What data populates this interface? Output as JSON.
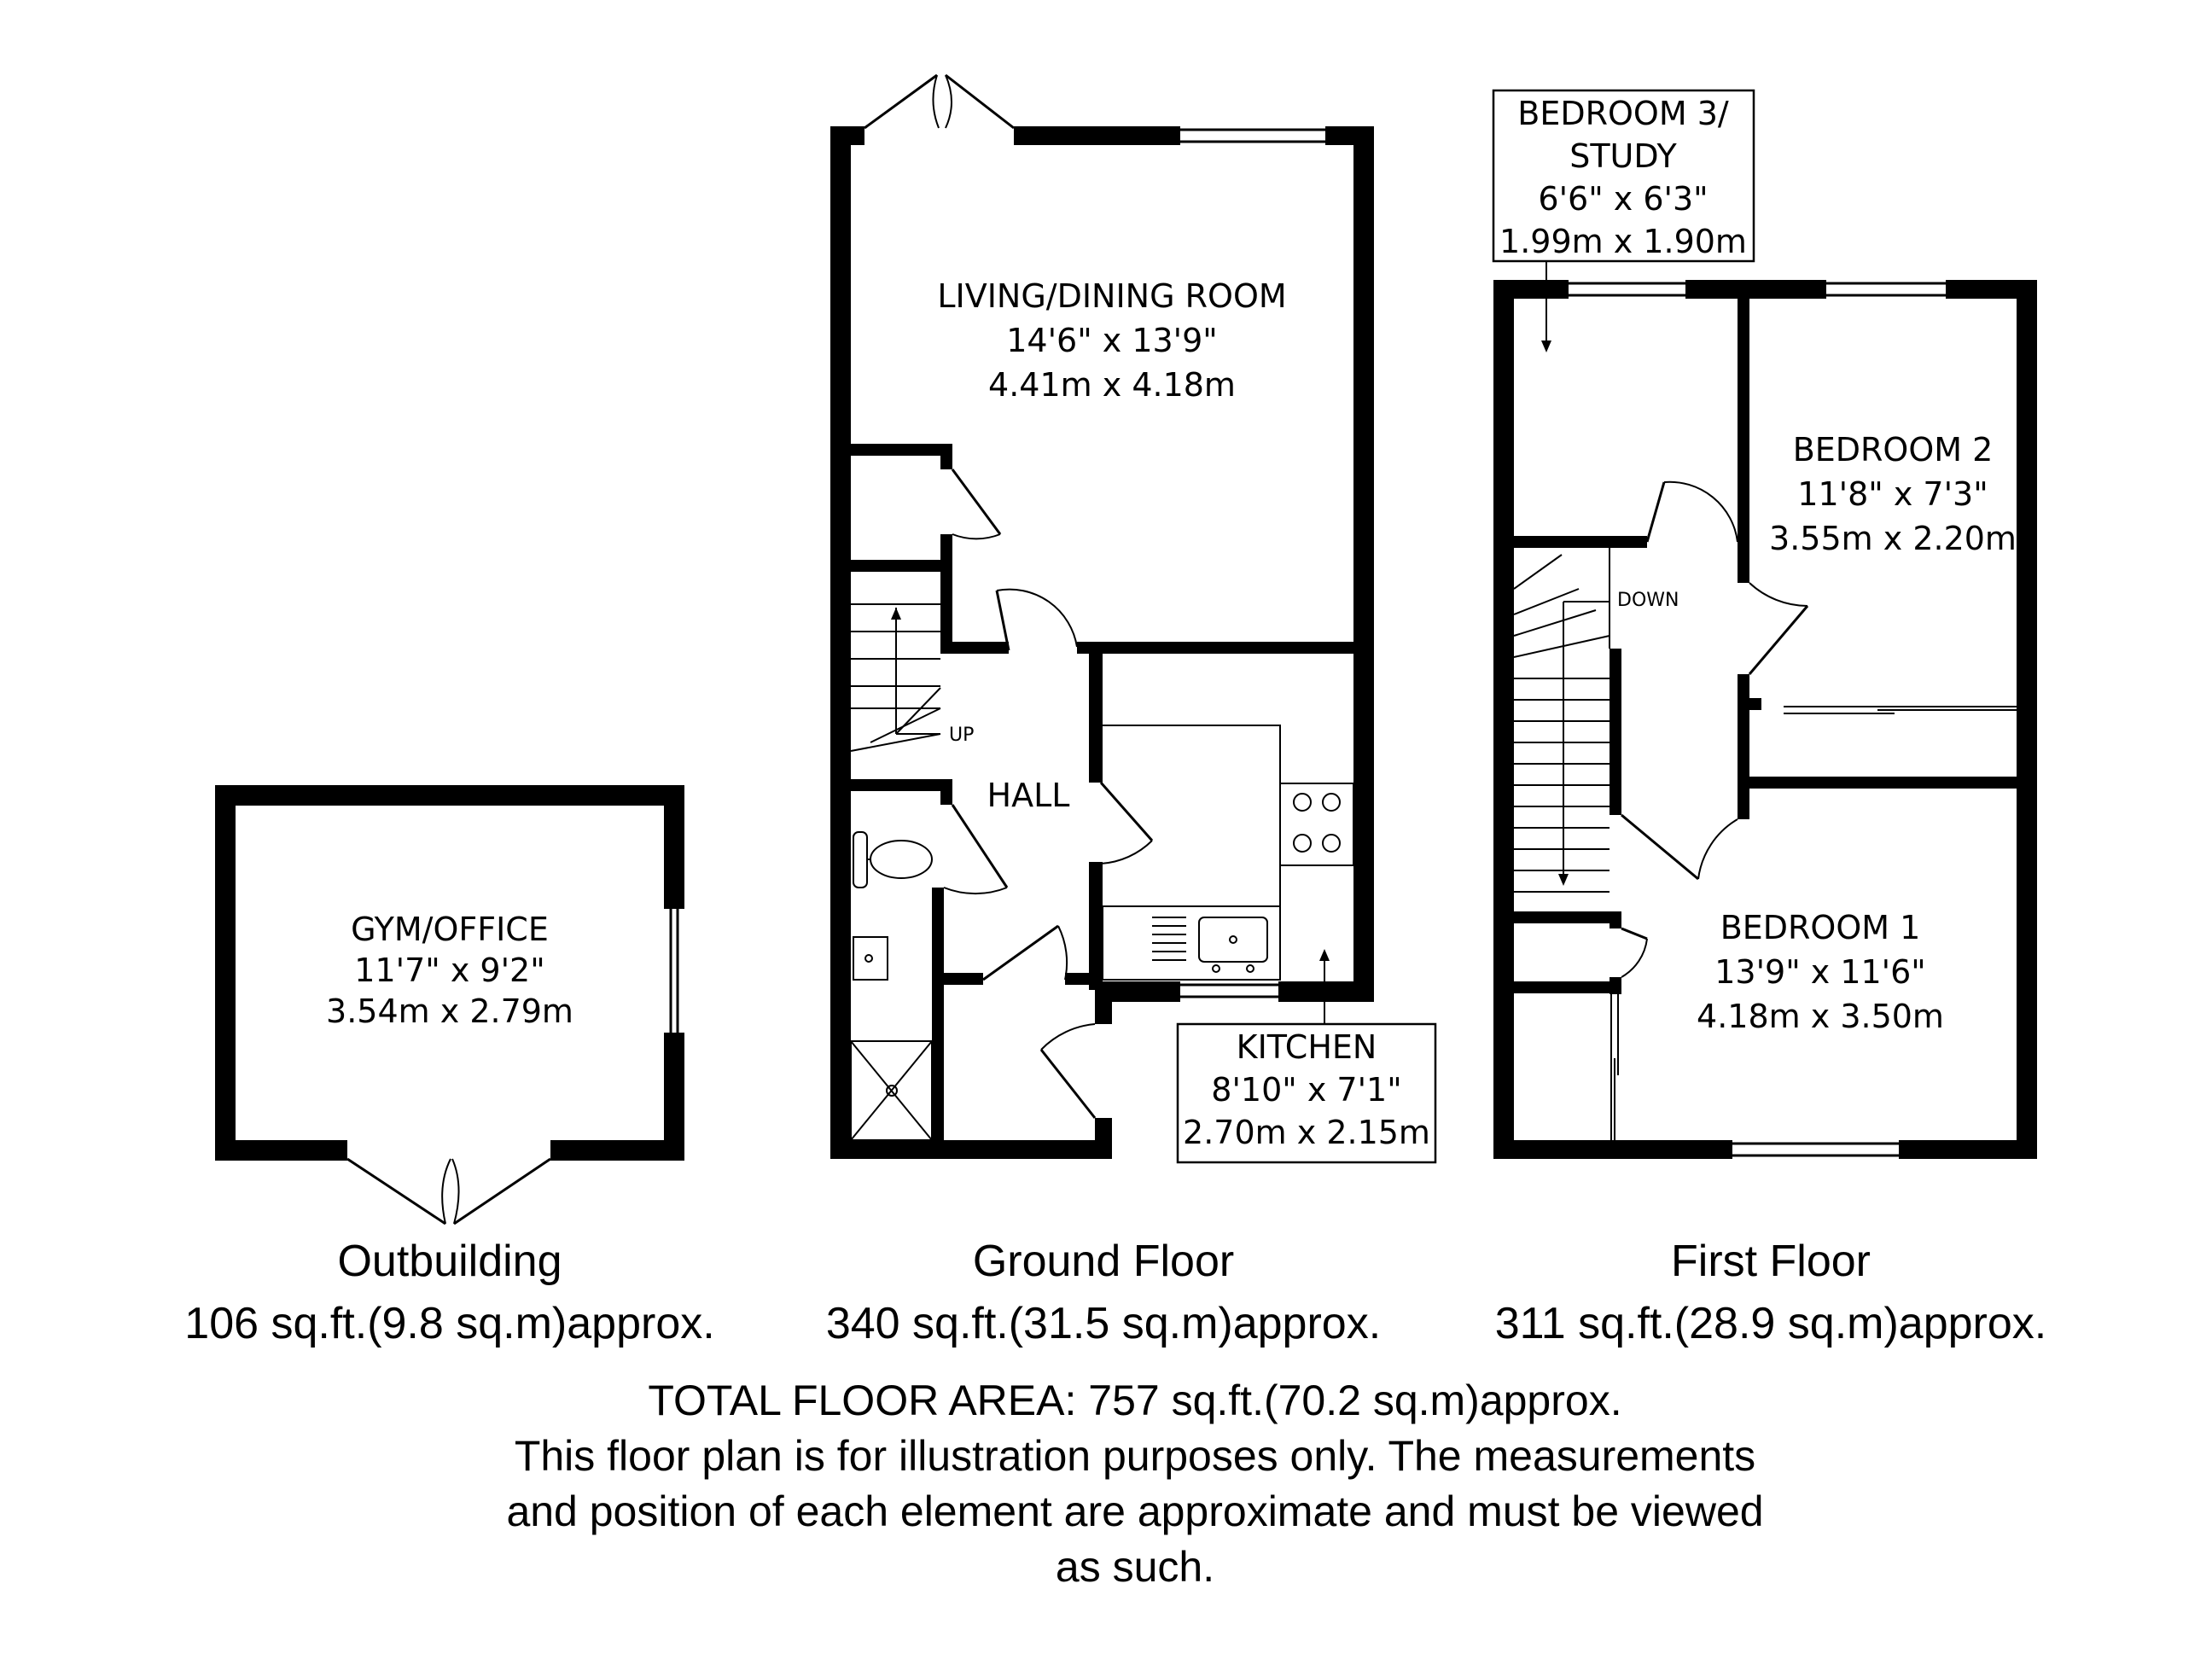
{
  "rooms": {
    "gym": {
      "name": "GYM/OFFICE",
      "imperial": "11'7\" x 9'2\"",
      "metric": "3.54m x 2.79m"
    },
    "living": {
      "name": "LIVING/DINING ROOM",
      "imperial": "14'6\" x 13'9\"",
      "metric": "4.41m x 4.18m"
    },
    "hall": {
      "name": "HALL"
    },
    "kitchen": {
      "name": "KITCHEN",
      "imperial": "8'10\" x 7'1\"",
      "metric": "2.70m x 2.15m"
    },
    "bedroom3": {
      "name_line1": "BEDROOM 3/",
      "name_line2": "STUDY",
      "imperial": "6'6\" x 6'3\"",
      "metric": "1.99m x 1.90m"
    },
    "bedroom2": {
      "name": "BEDROOM 2",
      "imperial": "11'8\" x 7'3\"",
      "metric": "3.55m x 2.20m"
    },
    "bedroom1": {
      "name": "BEDROOM 1",
      "imperial": "13'9\" x 11'6\"",
      "metric": "4.18m x 3.50m"
    }
  },
  "stairs": {
    "up_label": "UP",
    "down_label": "DOWN"
  },
  "floors": [
    {
      "name": "Outbuilding",
      "area": "106 sq.ft.(9.8 sq.m)approx."
    },
    {
      "name": "Ground Floor",
      "area": "340 sq.ft.(31.5 sq.m)approx."
    },
    {
      "name": "First Floor",
      "area": "311 sq.ft.(28.9 sq.m)approx."
    }
  ],
  "footer": {
    "total": "TOTAL FLOOR AREA: 757 sq.ft.(70.2 sq.m)approx.",
    "disclaimer_1": "This floor plan is for illustration purposes only. The measurements",
    "disclaimer_2": "and position of each element are approximate and must be viewed",
    "disclaimer_3": "as such."
  }
}
